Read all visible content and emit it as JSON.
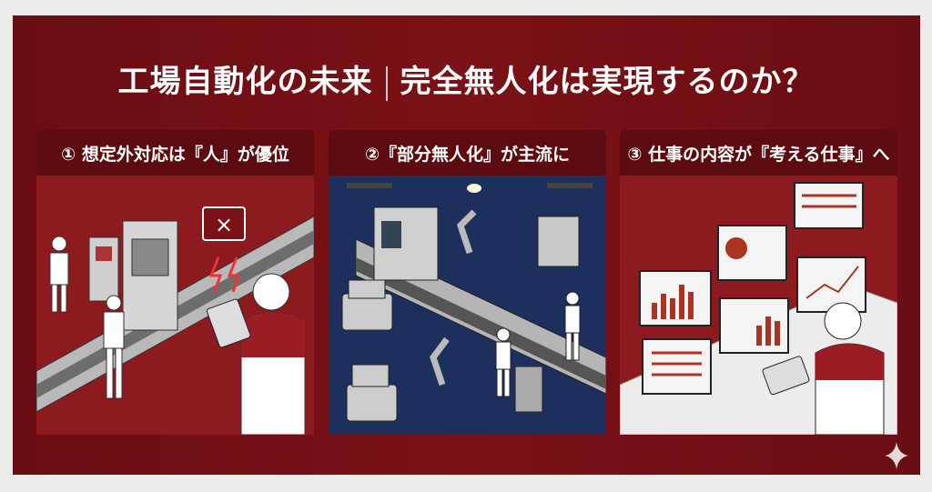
{
  "title": {
    "left": "工場自動化の未来",
    "right": "完全無人化は実現するのか？"
  },
  "panels": [
    {
      "header": "① 想定外対応は『人』が優位",
      "scene": "workers-handling-error-on-conveyor",
      "alert_icon": "×"
    },
    {
      "header": "②『部分無人化』が主流に",
      "scene": "robots-and-agvs-with-few-workers"
    },
    {
      "header": "③ 仕事の内容が『考える仕事』へ",
      "scene": "worker-analyzing-dashboards"
    }
  ],
  "colors": {
    "frame": "#6e0f14",
    "header": "#5c0b10",
    "panel_red": "#8c1a1f",
    "panel_navy": "#1d2f5c"
  }
}
